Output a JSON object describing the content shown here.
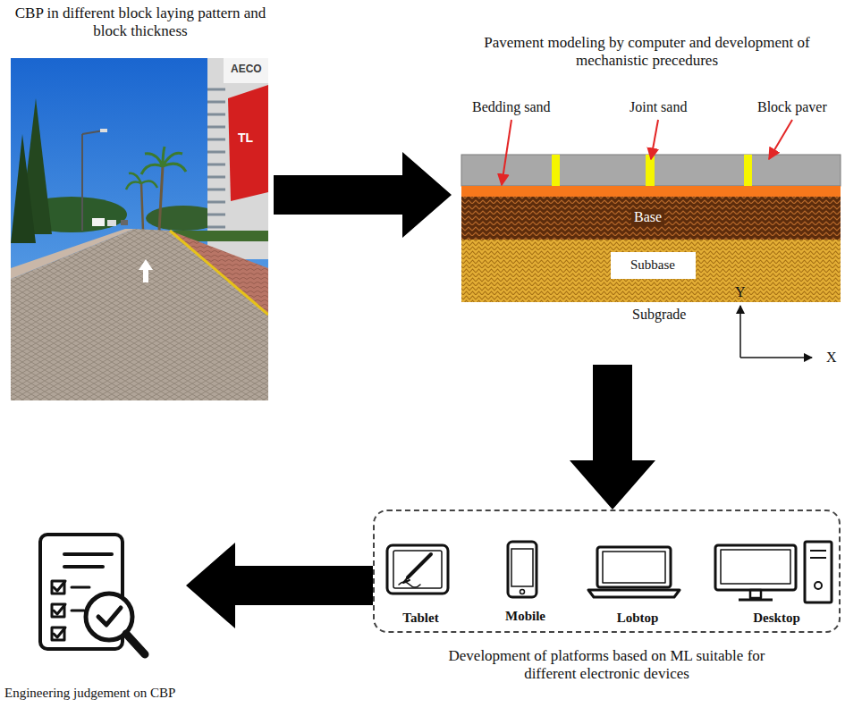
{
  "diagram": {
    "nodes": [
      {
        "text": [
          "CBP in different block laying pattern and block thickness"
        ]
      },
      {
        "text": [
          "Pavement modeling by computer and development of mechanistic precedures"
        ]
      },
      {
        "text": [
          "Development of platforms based on ML suitable for different electronic devices"
        ]
      },
      {
        "text": [
          "Tablet"
        ],
        "in": 2
      },
      {
        "text": [
          "Mobile"
        ],
        "in": 2
      },
      {
        "text": [
          "Lobtop"
        ],
        "in": 2
      },
      {
        "text": [
          "Desktop"
        ],
        "in": 2
      },
      {
        "text": [
          "Engineering judgement on CBP"
        ]
      }
    ],
    "edges": [
      {
        "from": 0,
        "to": 1,
        "arrow": "to"
      },
      {
        "from": 1,
        "to": 2,
        "arrow": "to"
      },
      {
        "from": 2,
        "to": 7,
        "arrow": "to"
      }
    ],
    "labels": [
      "AECO",
      "TL",
      "Bedding sand",
      "Joint sand",
      "Block paver",
      "Base",
      "Subbase",
      "Subgrade",
      "Y",
      "X"
    ]
  }
}
